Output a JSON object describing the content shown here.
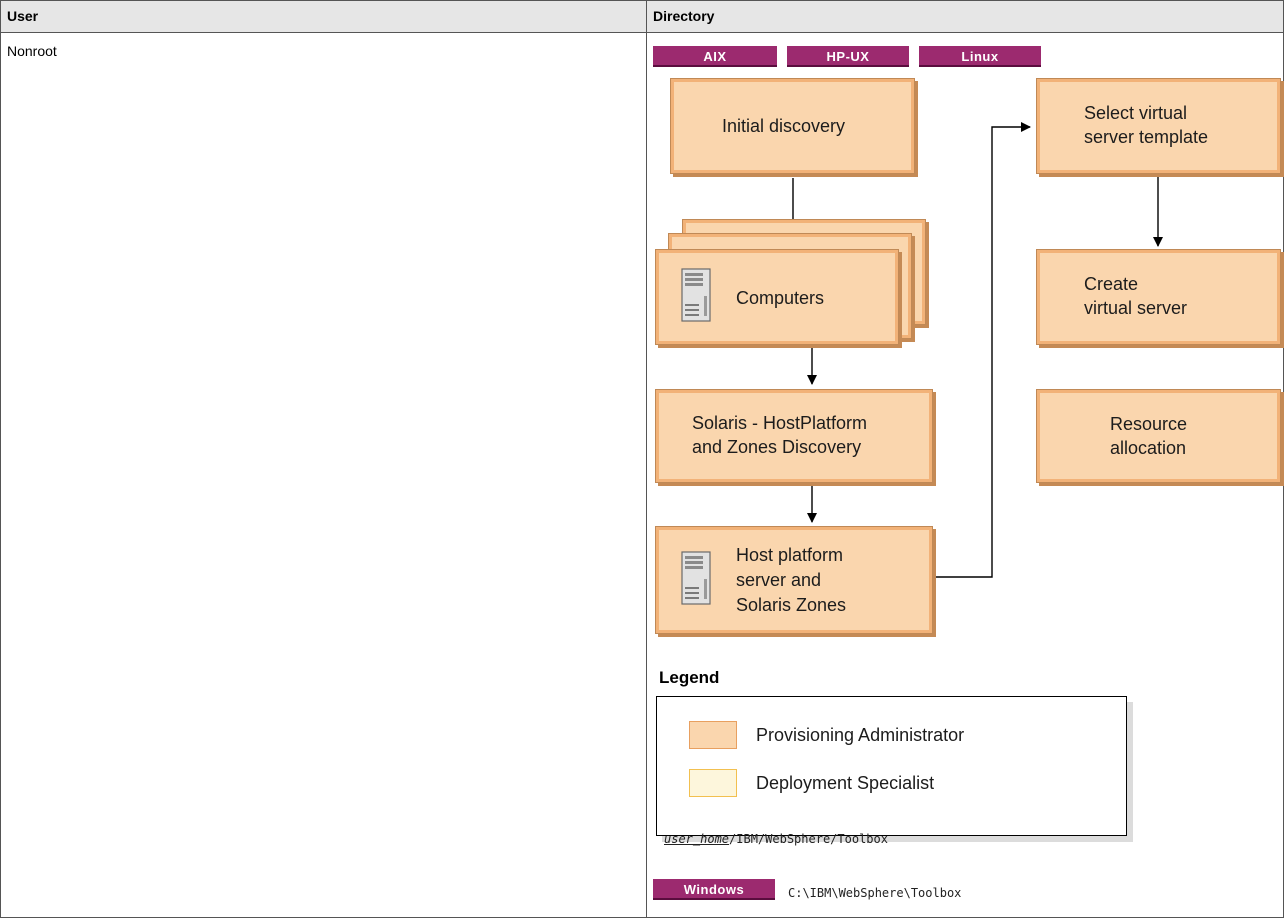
{
  "table": {
    "headers": {
      "user": "User",
      "directory": "Directory"
    },
    "row": {
      "user": "Nonroot"
    }
  },
  "badges": {
    "aix": "AIX",
    "hpux": "HP-UX",
    "linux": "Linux",
    "windows": "Windows"
  },
  "flow": {
    "initial_discovery": "Initial discovery",
    "computers": "Computers",
    "solaris_line1": "Solaris - HostPlatform",
    "solaris_line2": "and Zones Discovery",
    "host_line1": "Host platform",
    "host_line2": "server and",
    "host_line3": "Solaris Zones",
    "select_line1": "Select virtual",
    "select_line2": "server template",
    "create_line1": "Create",
    "create_line2": "virtual server",
    "resource_line1": "Resource",
    "resource_line2": "allocation"
  },
  "legend": {
    "title": "Legend",
    "items": [
      {
        "label": "Provisioning Administrator",
        "fill": "#fad6ae",
        "border": "#e8a060"
      },
      {
        "label": "Deployment Specialist",
        "fill": "#fdf6dc",
        "border": "#f2c050"
      }
    ]
  },
  "paths": {
    "unix_italic": "user_home",
    "unix_rest": "/IBM/WebSphere/Toolbox",
    "windows": "C:\\IBM\\WebSphere\\Toolbox"
  },
  "colors": {
    "badge": "#9c2a6f",
    "box_fill": "#fad6ae",
    "box_border": "#f2b278"
  }
}
